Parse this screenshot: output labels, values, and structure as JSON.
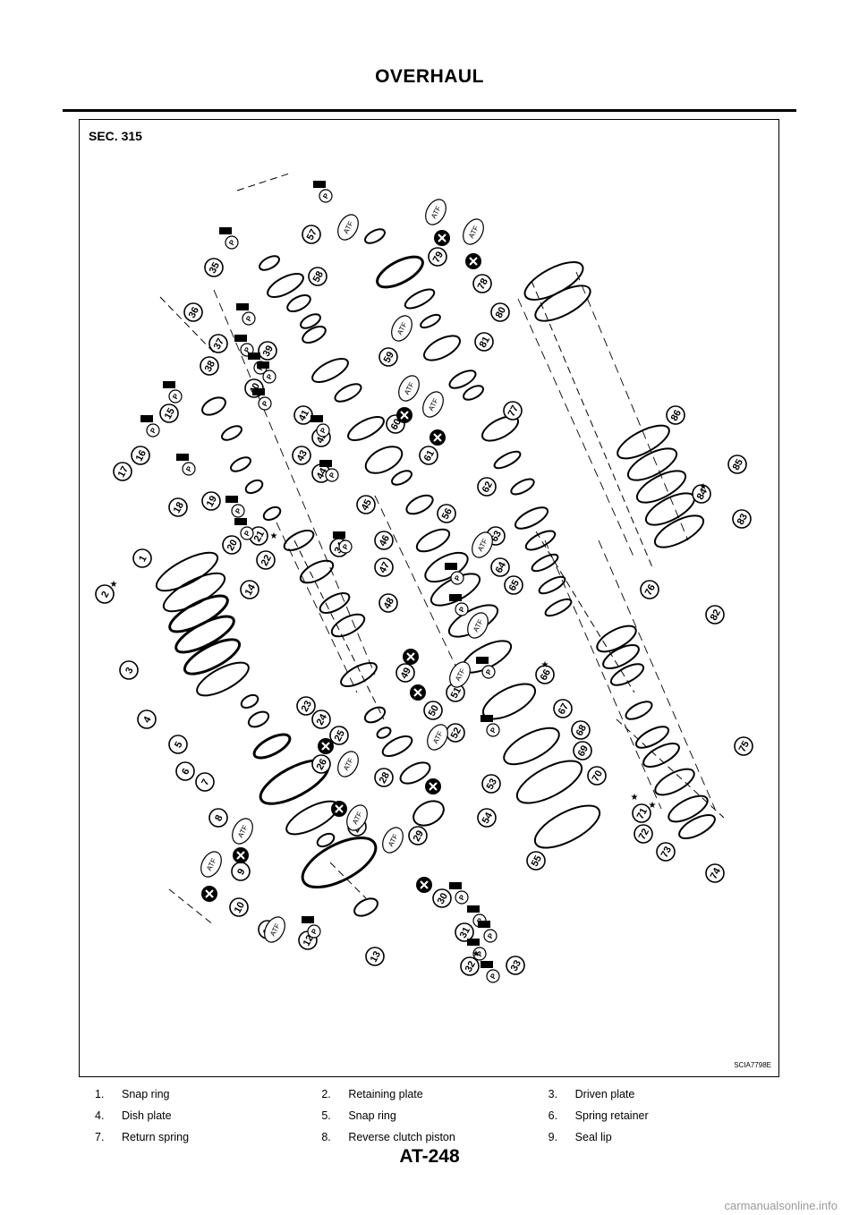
{
  "header": {
    "title": "OVERHAUL"
  },
  "figure": {
    "section_label": "SEC. 315",
    "figure_code": "SCIA7798E",
    "callout_marks": {
      "atf": "ATF",
      "petroleum_jelly": "P",
      "star": "★"
    },
    "callouts": [
      "1",
      "2",
      "3",
      "4",
      "5",
      "6",
      "7",
      "8",
      "9",
      "10",
      "11",
      "12",
      "13",
      "14",
      "15",
      "16",
      "17",
      "18",
      "19",
      "20",
      "21",
      "22",
      "23",
      "24",
      "25",
      "26",
      "27",
      "28",
      "29",
      "30",
      "31",
      "32",
      "33",
      "34",
      "35",
      "36",
      "37",
      "38",
      "39",
      "40",
      "41",
      "42",
      "43",
      "44",
      "45",
      "46",
      "47",
      "48",
      "49",
      "50",
      "51",
      "52",
      "53",
      "54",
      "55",
      "56",
      "57",
      "58",
      "59",
      "60",
      "61",
      "62",
      "63",
      "64",
      "65",
      "66",
      "67",
      "68",
      "69",
      "70",
      "71",
      "72",
      "73",
      "74",
      "75",
      "76",
      "77",
      "78",
      "79",
      "80",
      "81",
      "82",
      "83",
      "84",
      "85",
      "86"
    ]
  },
  "legend": {
    "rows": [
      [
        {
          "num": "1.",
          "text": "Snap ring"
        },
        {
          "num": "2.",
          "text": "Retaining plate"
        },
        {
          "num": "3.",
          "text": "Driven plate"
        }
      ],
      [
        {
          "num": "4.",
          "text": "Dish plate"
        },
        {
          "num": "5.",
          "text": "Snap ring"
        },
        {
          "num": "6.",
          "text": "Spring retainer"
        }
      ],
      [
        {
          "num": "7.",
          "text": "Return spring"
        },
        {
          "num": "8.",
          "text": "Reverse clutch piston"
        },
        {
          "num": "9.",
          "text": "Seal lip"
        }
      ]
    ]
  },
  "page_number": "AT-248",
  "footer": {
    "site": "carmanualsonline.info"
  }
}
